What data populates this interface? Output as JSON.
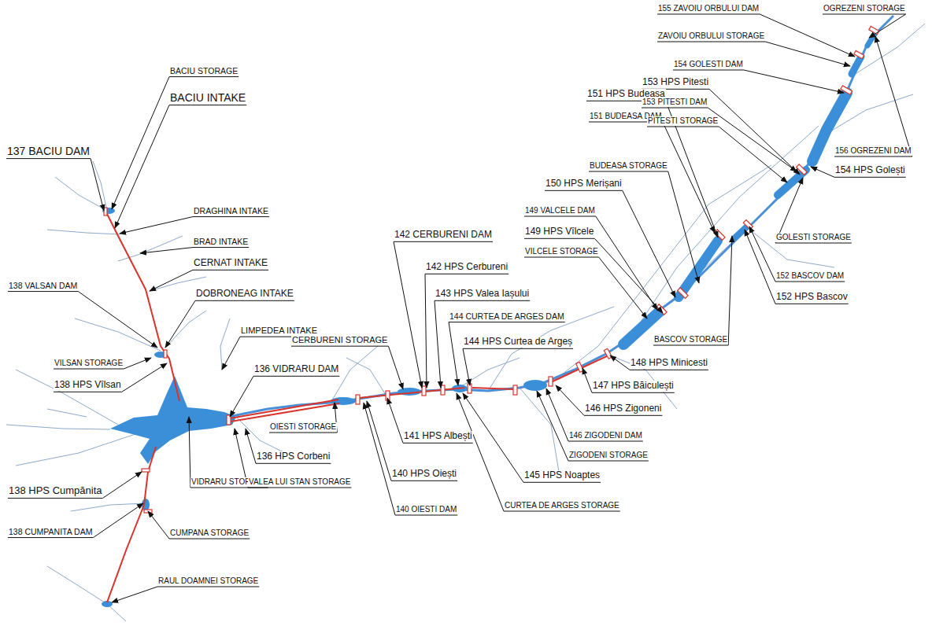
{
  "diagram": {
    "labels": [
      "BACIU STORAGE",
      "BACIU INTAKE",
      "137 BACIU DAM",
      "DRAGHINA INTAKE",
      "BRAD INTAKE",
      "CERNAT INTAKE",
      "138 VALSAN DAM",
      "DOBRONEAG INTAKE",
      "LIMPEDEA INTAKE",
      "VILSAN STORAGE",
      "138 HPS Vîlsan",
      "136 VIDRARU DAM",
      "138 HPS Cumpănita",
      "138 CUMPANITA DAM",
      "CUMPANA STORAGE",
      "VIDRARU STORAGE",
      "VALEA LUI STAN STORAGE",
      "136 HPS Corbeni",
      "OIESTI STORAGE",
      "CERBURENI STORAGE",
      "142 CERBURENI DAM",
      "142 HPS Cerbureni",
      "143 HPS Valea Iașului",
      "144 CURTEA DE ARGES DAM",
      "144 HPS Curtea de Argeș",
      "141 HPS Albești",
      "140 HPS Oiești",
      "140 OIESTI DAM",
      "145 HPS Noaptes",
      "CURTEA DE ARGES STORAGE",
      "148 HPS Minicesti",
      "147 HPS Băiculești",
      "146 HPS Zigoneni",
      "146 ZIGODENI DAM",
      "ZIGODENI STORAGE",
      "BASCOV STORAGE",
      "149 VALCELE DAM",
      "149 HPS Vîlcele",
      "150 HPS Merișani",
      "VILCELE STORAGE",
      "151 HPS Budeasa",
      "151 BUDEASA DAM",
      "BUDEASA STORAGE",
      "153 HPS Pitesti",
      "153 PITESTI DAM",
      "PITESTI STORAGE",
      "154 GOLESTI DAM",
      "ZAVOIU ORBULUI STORAGE",
      "155 ZAVOIU ORBULUI DAM",
      "OGREZENI STORAGE",
      "156 OGREZENI DAM",
      "154 HPS Golești",
      "GOLESTI STORAGE",
      "152 BASCOV DAM",
      "152 HPS Bascov",
      "RAUL DOAMNEI STORAGE"
    ]
  }
}
